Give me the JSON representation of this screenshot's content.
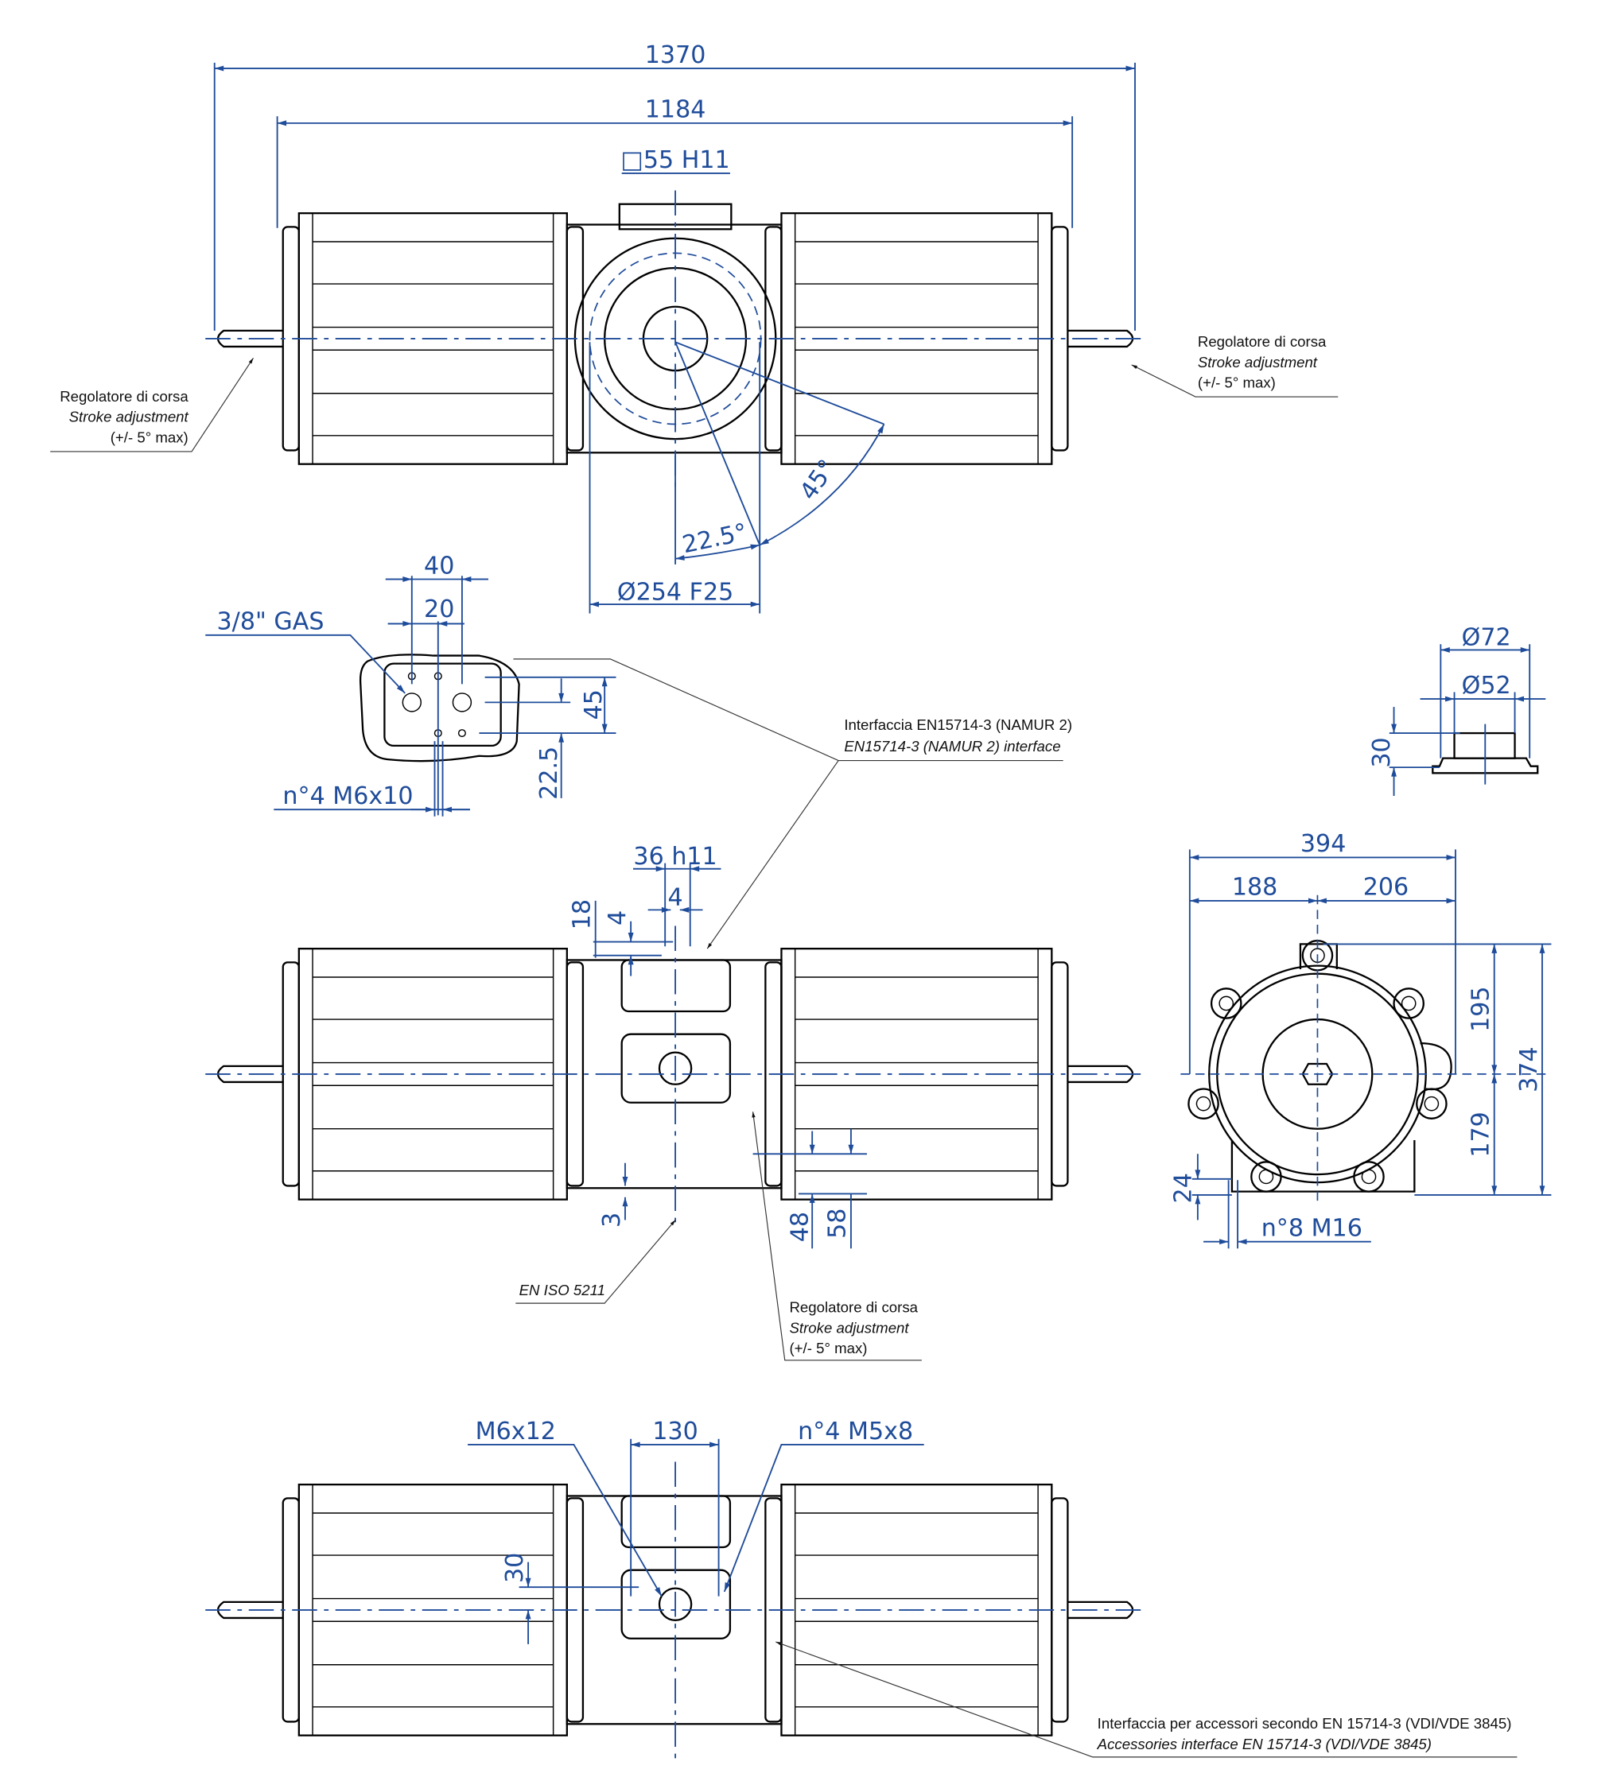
{
  "colors": {
    "dimension": "#1f4c9a",
    "outline": "#000000"
  },
  "top_view": {
    "overall_length": "1370",
    "body_length": "1184",
    "square_drive": "□55 H11",
    "flange": "Ø254 F25",
    "angle_1": "22.5°",
    "angle_2": "45°"
  },
  "stroke_note": {
    "it": "Regolatore di corsa",
    "en": "Stroke adjustment",
    "range": "(+/- 5° max)"
  },
  "namur_detail": {
    "port": "3/8\" GAS",
    "dim_40": "40",
    "dim_20": "20",
    "dim_45": "45",
    "dim_22_5": "22.5",
    "screws": "n°4 M6x10"
  },
  "namur_note": {
    "it": "Interfaccia EN15714-3 (NAMUR 2)",
    "en": "EN15714-3 (NAMUR 2) interface"
  },
  "shaft_detail": {
    "dia_72": "Ø72",
    "dia_52": "Ø52",
    "height": "30"
  },
  "front_view": {
    "shaft": "36 h11",
    "dim_4a": "4",
    "dim_18": "18",
    "dim_4b": "4",
    "dim_3": "3",
    "dim_48": "48",
    "dim_58": "58",
    "iso_note": "EN ISO 5211"
  },
  "end_view": {
    "width": "394",
    "left": "188",
    "right": "206",
    "height": "374",
    "upper": "195",
    "lower": "179",
    "base": "24",
    "bolts": "n°8 M16"
  },
  "bottom_view": {
    "m6": "M6x12",
    "dim_130": "130",
    "m5": "n°4 M5x8",
    "dim_30": "30"
  },
  "accessory_note": {
    "it": "Interfaccia per accessori secondo EN 15714-3 (VDI/VDE 3845)",
    "en": "Accessories interface EN 15714-3 (VDI/VDE 3845)"
  }
}
